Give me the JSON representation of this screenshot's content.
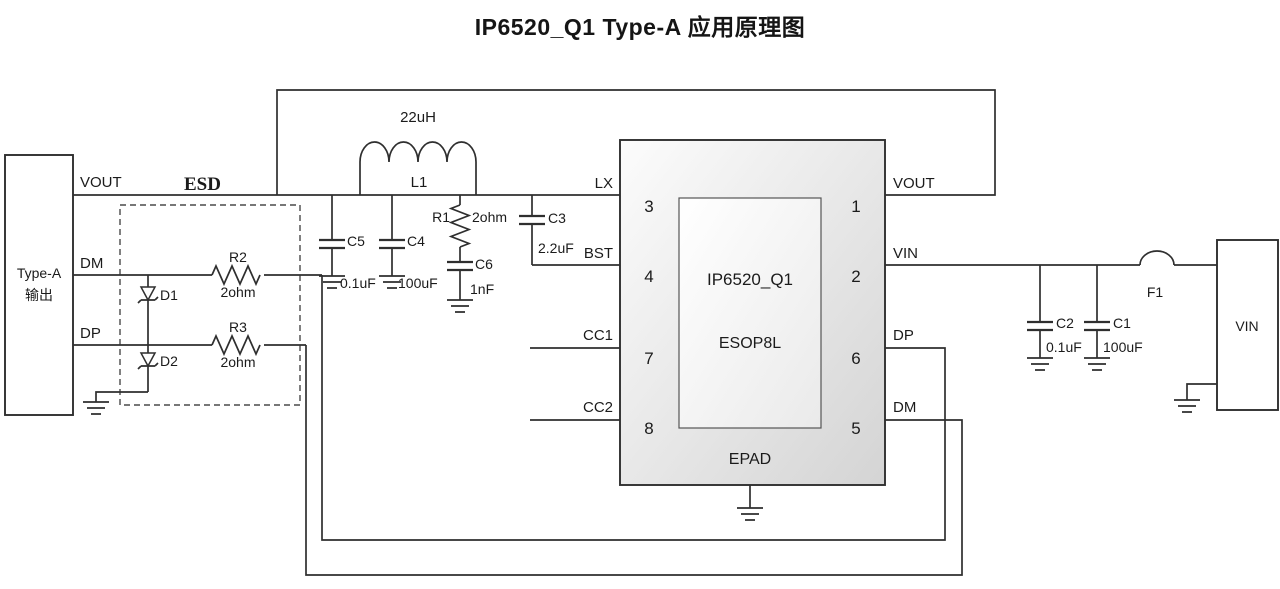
{
  "title": "IP6520_Q1 Type-A 应用原理图",
  "connector": {
    "label_line1": "Type-A",
    "label_line2": "输出",
    "pin_vout": "VOUT",
    "pin_dm": "DM",
    "pin_dp": "DP"
  },
  "esd": {
    "label": "ESD",
    "d1": "D1",
    "d2": "D2",
    "r2_name": "R2",
    "r2_value": "2ohm",
    "r3_name": "R3",
    "r3_value": "2ohm"
  },
  "l1": {
    "name": "L1",
    "value": "22uH"
  },
  "r1": {
    "name": "R1",
    "value": "2ohm"
  },
  "c5": {
    "name": "C5",
    "value": "0.1uF"
  },
  "c4": {
    "name": "C4",
    "value": "100uF"
  },
  "c6": {
    "name": "C6",
    "value": "1nF"
  },
  "c3": {
    "name": "C3",
    "value": "2.2uF"
  },
  "c2": {
    "name": "C2",
    "value": "0.1uF"
  },
  "c1": {
    "name": "C1",
    "value": "100uF"
  },
  "f1": {
    "name": "F1"
  },
  "ic": {
    "name": "IP6520_Q1",
    "package": "ESOP8L",
    "epad": "EPAD",
    "pins": {
      "lx": {
        "label": "LX",
        "number": "3"
      },
      "bst": {
        "label": "BST",
        "number": "4"
      },
      "cc1": {
        "label": "CC1",
        "number": "7"
      },
      "cc2": {
        "label": "CC2",
        "number": "8"
      },
      "vout": {
        "label": "VOUT",
        "number": "1"
      },
      "vin": {
        "label": "VIN",
        "number": "2"
      },
      "dp": {
        "label": "DP",
        "number": "6"
      },
      "dm": {
        "label": "DM",
        "number": "5"
      }
    }
  },
  "vin_block": {
    "label": "VIN"
  },
  "colors": {
    "line": "#2f2f2f",
    "ic_fill_top": "#fcfcfc",
    "ic_fill_bottom": "#d4d4d4"
  }
}
